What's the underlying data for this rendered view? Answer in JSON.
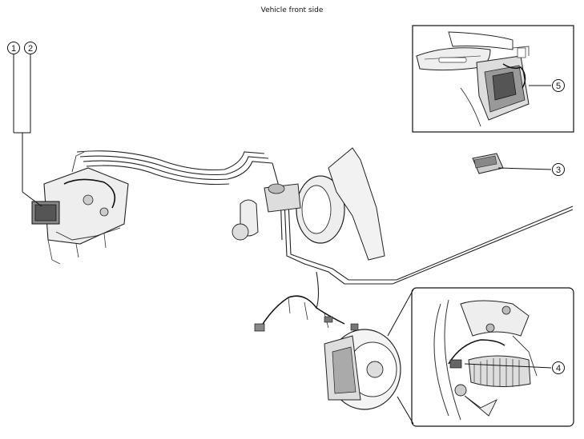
{
  "diagram": {
    "title": "Vehicle front side",
    "callouts": {
      "c1": "1",
      "c2": "2",
      "c3": "3",
      "c4": "4",
      "c5": "5"
    }
  }
}
